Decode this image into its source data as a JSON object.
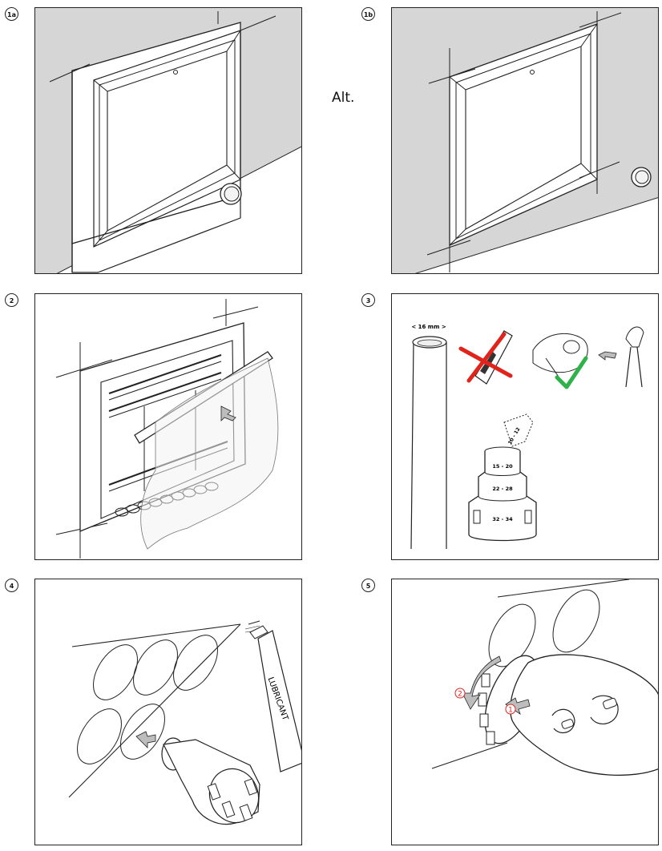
{
  "steps": {
    "s1a": "1a",
    "s1b": "1b",
    "s2": "2",
    "s3": "3",
    "s4": "4",
    "s5": "5"
  },
  "alt_label": "Alt.",
  "panel3": {
    "pipe_size": "< 16 mm >",
    "tool_range_top": "10 - 12",
    "tool_ring_1": "15 - 20",
    "tool_ring_2": "22 - 28",
    "tool_ring_3": "32 - 34"
  },
  "panel4": {
    "can_label": "LUBRICANT"
  },
  "panel5": {
    "marker_1": "1",
    "marker_2": "2"
  },
  "colors": {
    "wall_gray": "#d6d6d6",
    "line": "#222222",
    "arrow_fill": "#bdbdbd",
    "red": "#e0241b",
    "green": "#2fb24a"
  }
}
